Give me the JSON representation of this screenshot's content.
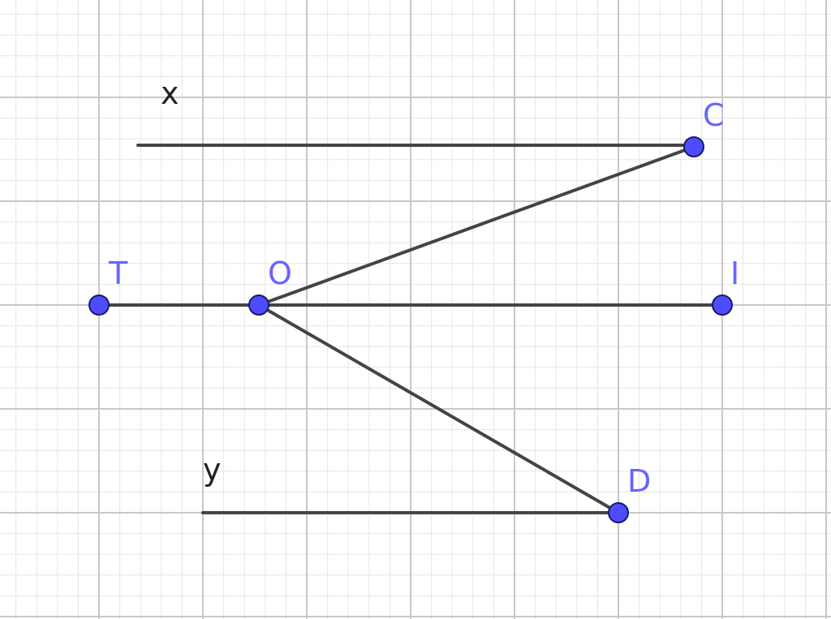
{
  "diagram": {
    "points": [
      {
        "id": "T",
        "label": "T",
        "color": "#4d4dff"
      },
      {
        "id": "O",
        "label": "O",
        "color": "#4d4dff"
      },
      {
        "id": "I",
        "label": "I",
        "color": "#4d4dff"
      },
      {
        "id": "C",
        "label": "C",
        "color": "#4d4dff"
      },
      {
        "id": "D",
        "label": "D",
        "color": "#4d4dff"
      }
    ],
    "rays": [
      {
        "id": "x",
        "label": "x"
      },
      {
        "id": "y",
        "label": "y"
      }
    ],
    "colors": {
      "point_fill": "#4d4dff",
      "point_label": "#6666ff",
      "segment": "#444444",
      "grid_major": "#c8c8c8",
      "grid_minor": "#e6e6e6"
    }
  }
}
